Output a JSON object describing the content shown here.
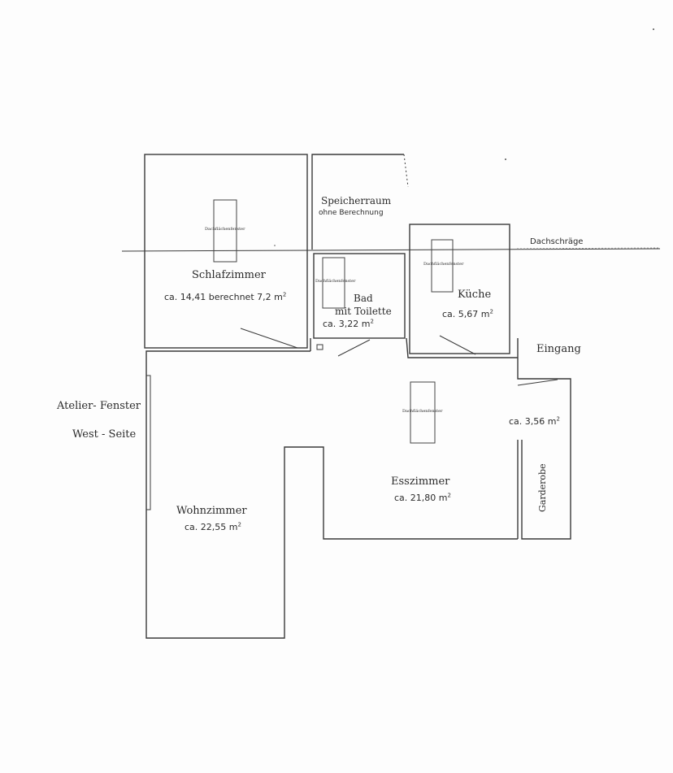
{
  "rooms": {
    "schlafzimmer": {
      "name": "Schlafzimmer",
      "area": "ca. 14,41 berechnet 7,2 m",
      "unit_exp": "2"
    },
    "speicher": {
      "name": "Speicherraum",
      "note": "ohne Berechnung"
    },
    "bad": {
      "name": "Bad",
      "name2": "mit Toilette",
      "area": "ca. 3,22 m",
      "unit_exp": "2"
    },
    "kueche": {
      "name": "Küche",
      "area": "ca. 5,67 m",
      "unit_exp": "2"
    },
    "eingang": {
      "name": "Eingang"
    },
    "flur": {
      "area": "ca. 3,56 m",
      "unit_exp": "2"
    },
    "garderobe": {
      "name": "Garderobe"
    },
    "esszimmer": {
      "name": "Esszimmer",
      "area": "ca. 21,80 m",
      "unit_exp": "2"
    },
    "wohnzimmer": {
      "name": "Wohnzimmer",
      "area": "ca. 22,55 m",
      "unit_exp": "2"
    }
  },
  "annotations": {
    "dachschraege": "Dachschräge",
    "skylight": "Dachflächenfenster",
    "atelier_line1": "Atelier- Fenster",
    "atelier_line2": "West - Seite"
  },
  "colors": {
    "line": "#3a3a3a",
    "skylight_stroke": "#444444",
    "background": "#fdfdfd"
  }
}
